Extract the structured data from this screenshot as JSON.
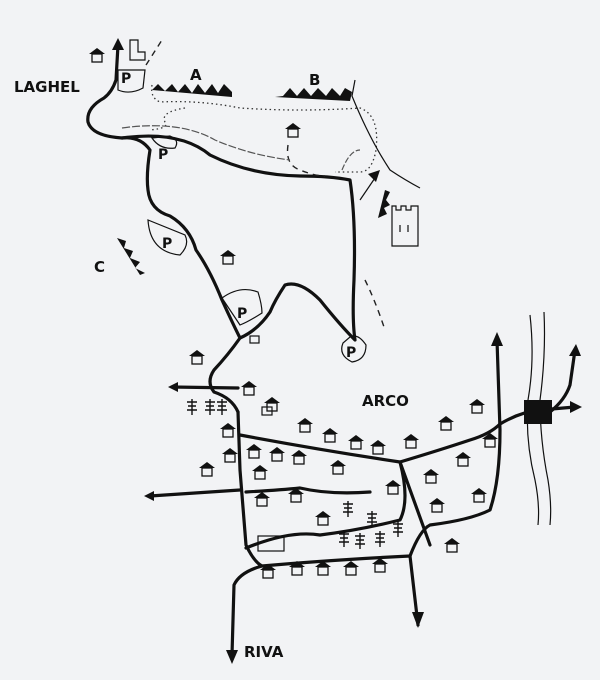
{
  "labels": {
    "laghel": "LAGHEL",
    "arco": "ARCO",
    "riva": "RIVA",
    "crag_a": "A",
    "crag_b": "B",
    "crag_c": "C",
    "parking": "P"
  },
  "colors": {
    "ink": "#111111",
    "paper": "#f2f3f5"
  }
}
